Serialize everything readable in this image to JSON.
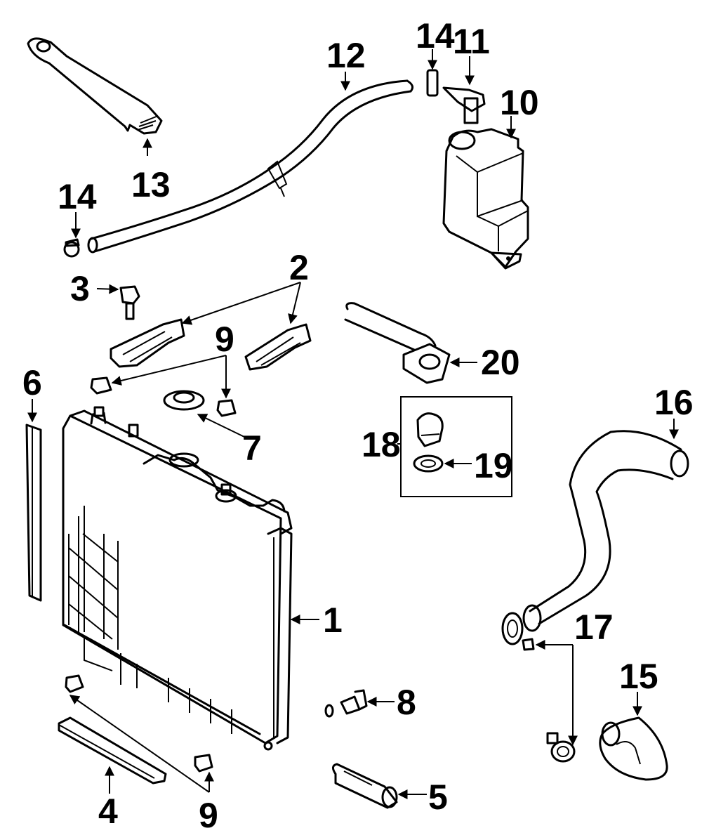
{
  "diagram": {
    "title": "Radiator & components exploded view",
    "background": "#ffffff",
    "ink": "#000000",
    "callouts": {
      "c1": "1",
      "c2": "2",
      "c3": "3",
      "c4": "4",
      "c5": "5",
      "c6": "6",
      "c7": "7",
      "c8": "8",
      "c9a": "9",
      "c9b": "9",
      "c10": "10",
      "c11": "11",
      "c12": "12",
      "c13": "13",
      "c14a": "14",
      "c14b": "14",
      "c15": "15",
      "c16": "16",
      "c17": "17",
      "c18": "18",
      "c19": "19",
      "c20": "20"
    },
    "parts": [
      {
        "id": "1",
        "name": "radiator"
      },
      {
        "id": "2",
        "name": "upper-insulator-bracket"
      },
      {
        "id": "3",
        "name": "bolt"
      },
      {
        "id": "4",
        "name": "lower-support-pad"
      },
      {
        "id": "5",
        "name": "lower-hose-sleeve"
      },
      {
        "id": "6",
        "name": "side-seal"
      },
      {
        "id": "7",
        "name": "radiator-cap"
      },
      {
        "id": "8",
        "name": "drain-plug"
      },
      {
        "id": "9",
        "name": "insulator"
      },
      {
        "id": "10",
        "name": "reservoir-tank"
      },
      {
        "id": "11",
        "name": "reservoir-cap"
      },
      {
        "id": "12",
        "name": "overflow-hose"
      },
      {
        "id": "13",
        "name": "support-bar"
      },
      {
        "id": "14",
        "name": "hose-clamp"
      },
      {
        "id": "15",
        "name": "lower-hose"
      },
      {
        "id": "16",
        "name": "upper-hose"
      },
      {
        "id": "17",
        "name": "hose-clamp"
      },
      {
        "id": "18",
        "name": "thermostat-kit"
      },
      {
        "id": "19",
        "name": "gasket"
      },
      {
        "id": "20",
        "name": "water-outlet"
      }
    ]
  }
}
